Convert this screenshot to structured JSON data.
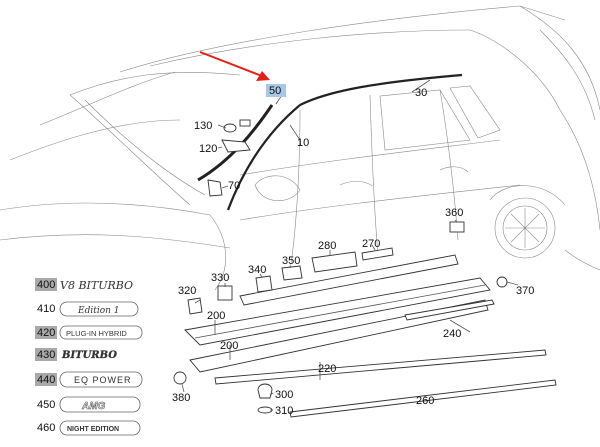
{
  "colors": {
    "highlight_blue": "#a9c7e6",
    "highlight_gray": "#a9a9a9",
    "arrow_red": "#e0201b",
    "line": "#555555"
  },
  "callouts": {
    "p50": "50",
    "p30": "30",
    "p10": "10",
    "p130": "130",
    "p120": "120",
    "p70": "70",
    "p360": "360",
    "p280": "280",
    "p270": "270",
    "p330": "330",
    "p340": "340",
    "p350": "350",
    "p320": "320",
    "p200a": "200",
    "p200b": "200",
    "p370": "370",
    "p240": "240",
    "p220": "220",
    "p380": "380",
    "p300": "300",
    "p310": "310",
    "p260": "260"
  },
  "badges": [
    {
      "num": "400",
      "text": "V8 BITURBO",
      "highlight": true
    },
    {
      "num": "410",
      "text": "Edition 1",
      "highlight": false
    },
    {
      "num": "420",
      "text": "PLUG-IN HYBRID",
      "highlight": true
    },
    {
      "num": "430",
      "text": "BITURBO",
      "highlight": true
    },
    {
      "num": "440",
      "text": "EQ POWER",
      "highlight": true
    },
    {
      "num": "450",
      "text": "AMG",
      "highlight": false
    },
    {
      "num": "460",
      "text": "NIGHT EDITION",
      "highlight": false
    }
  ]
}
